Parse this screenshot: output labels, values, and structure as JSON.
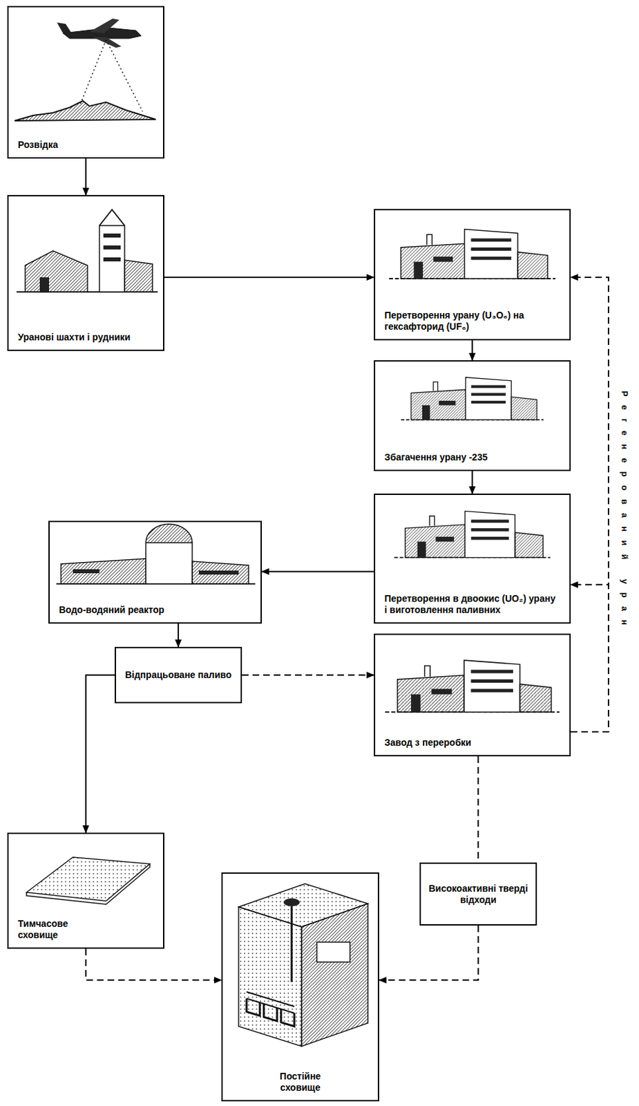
{
  "diagram": {
    "nodes": [
      {
        "text": [
          "Розвідка"
        ]
      },
      {
        "text": [
          "Уранові шахти і рудники"
        ]
      },
      {
        "text": [
          "Перетворення урану (U₃O₆) на гексафторид (UF₆)"
        ]
      },
      {
        "text": [
          "Збагачення урану -235"
        ]
      },
      {
        "text": [
          "Водо-водяний реактор"
        ]
      },
      {
        "text": [
          "Перетворення в двоокис (UO₂) урану і виготовлення паливних"
        ]
      },
      {
        "text": [
          "Відпрацьоване паливо"
        ]
      },
      {
        "text": [
          "Завод з переробки"
        ]
      },
      {
        "text": [
          "Тимчасове сховище"
        ]
      },
      {
        "text": [
          "Високоактивні тверді відходи"
        ]
      },
      {
        "text": [
          "Постійне сховище"
        ]
      }
    ],
    "edges": [
      {
        "from": 0,
        "to": 1,
        "arrow": "to"
      },
      {
        "from": 1,
        "to": 2,
        "arrow": "to"
      },
      {
        "from": 2,
        "to": 3,
        "arrow": "to"
      },
      {
        "from": 3,
        "to": 5,
        "arrow": "to"
      },
      {
        "from": 5,
        "to": 4,
        "arrow": "to"
      },
      {
        "from": 4,
        "to": 6,
        "arrow": "to"
      },
      {
        "from": 6,
        "to": 8,
        "arrow": "to"
      },
      {
        "from": 6,
        "to": 7,
        "arrow": "to"
      },
      {
        "from": 7,
        "to": 2,
        "arrow": "to"
      },
      {
        "from": 7,
        "to": 5,
        "arrow": "to"
      },
      {
        "from": 7,
        "to": 9,
        "arrow": "none"
      },
      {
        "from": 9,
        "to": 10,
        "arrow": "to"
      },
      {
        "from": 8,
        "to": 10,
        "arrow": "to"
      }
    ],
    "labels": [
      "Регенерований уран"
    ]
  }
}
